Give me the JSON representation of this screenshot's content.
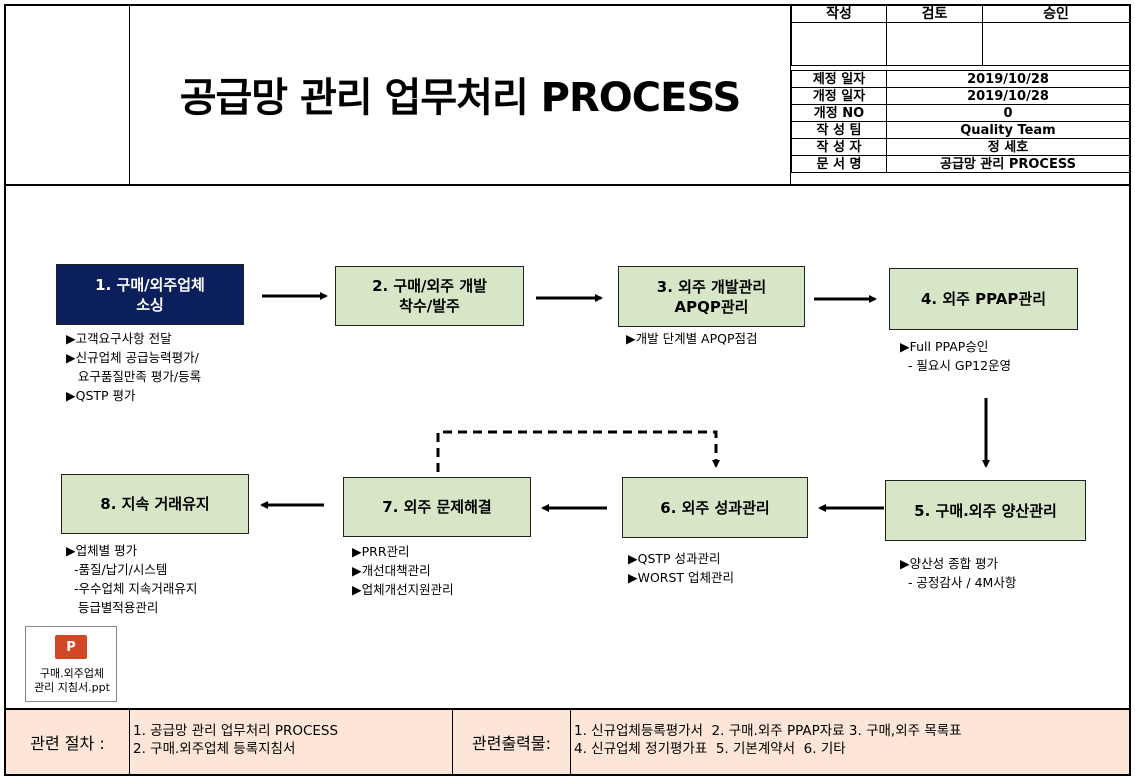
{
  "header": {
    "title": "공급망 관리 업무처리 PROCESS",
    "approval": {
      "labels": [
        "작성",
        "검토",
        "승인"
      ]
    },
    "info": [
      {
        "label": "제정 일자",
        "value": "2019/10/28"
      },
      {
        "label": "개정 일자",
        "value": "2019/10/28"
      },
      {
        "label": "개정 NO",
        "value": "0"
      },
      {
        "label": "작 성 팀",
        "value": "Quality Team"
      },
      {
        "label": "작 성 자",
        "value": "정 세호"
      },
      {
        "label": "문 서 명",
        "value": "공급망 관리 PROCESS"
      }
    ]
  },
  "steps": [
    {
      "label": "1. 구매/외주업체\n소싱",
      "note": "▶고객요구사항 전달\n▶신규업체 공급능력평가/\n   요구품질만족 평가/등록\n▶QSTP 평가"
    },
    {
      "label": "2. 구매/외주 개발\n착수/발주",
      "note": ""
    },
    {
      "label": "3. 외주 개발관리\nAPQP관리",
      "note": "▶개발 단계별 APQP점검"
    },
    {
      "label": "4. 외주 PPAP관리",
      "note": "▶Full PPAP승인\n  - 필요시 GP12운영"
    },
    {
      "label": "5. 구매.외주 양산관리",
      "note": "▶양산성 종합 평가\n  - 공정감사 / 4M사항"
    },
    {
      "label": "6. 외주 성과관리",
      "note": "▶QSTP 성과관리\n▶WORST 업체관리"
    },
    {
      "label": "7. 외주 문제해결",
      "note": "▶PRR관리\n▶개선대책관리\n▶업체개선지원관리"
    },
    {
      "label": "8. 지속 거래유지",
      "note": "▶업체별 평가\n  -품질/납기/시스템\n  -우수업체 지속거래유지\n   등급별적용관리"
    }
  ],
  "attachment": {
    "icon": "P",
    "label": "구매.외주업체\n관리 지침서.ppt"
  },
  "footer": {
    "procedures_label": "관련 절차 :",
    "procedures": [
      "1. 공급망 관리 업무처리 PROCESS",
      "2. 구매.외주업체 등록지침서"
    ],
    "outputs_label": "관련출력물:",
    "outputs": [
      "1. 신규업체등록평가서  2. 구매.외주 PPAP자료 3. 구매,외주 목록표",
      "4. 신규업체 정기평가표  5. 기본계약서  6. 기타"
    ]
  }
}
